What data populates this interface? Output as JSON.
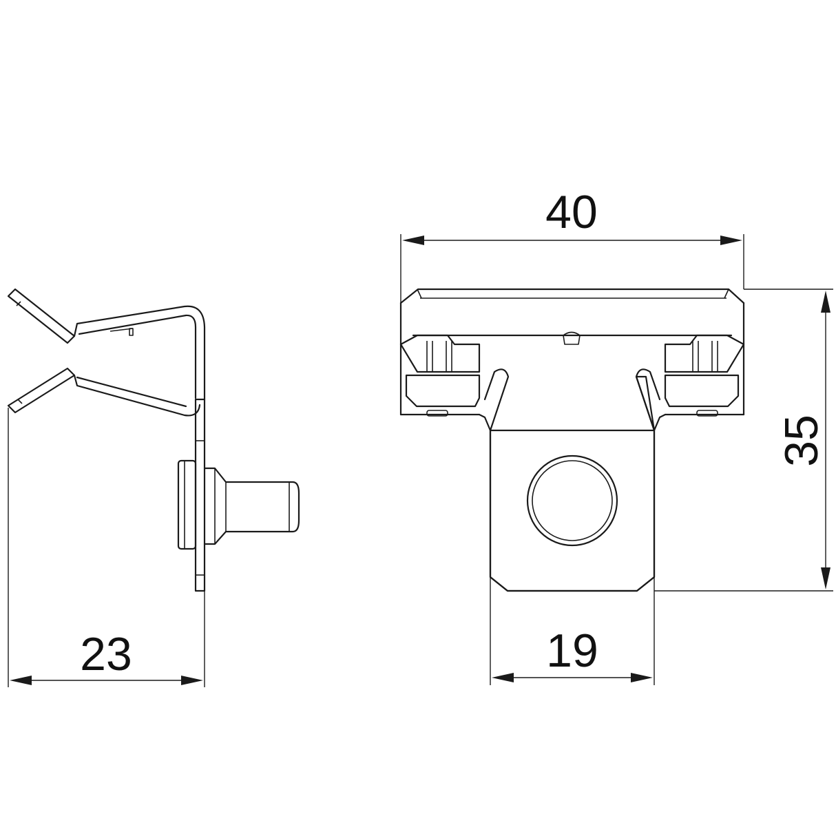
{
  "dimensions": {
    "side_depth": "23",
    "front_width": "40",
    "front_height": "35",
    "plate_width": "19"
  }
}
